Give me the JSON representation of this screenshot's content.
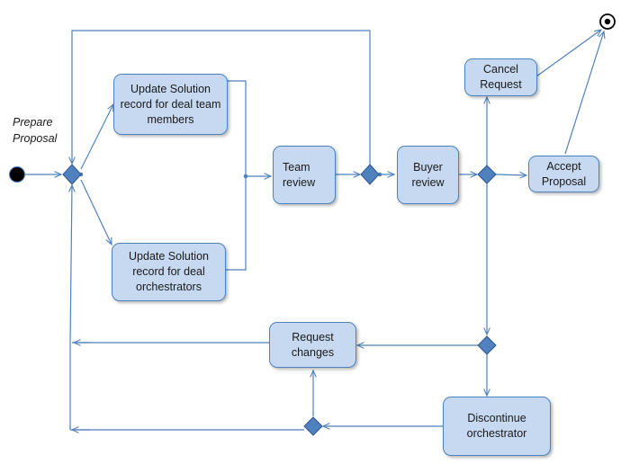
{
  "caption": "Prepare Proposal",
  "nodes": {
    "update_team": "Update Solution record for deal team members",
    "update_orch": "Update Solution record for deal orchestrators",
    "team_review": "Team review",
    "buyer_review": "Buyer review",
    "cancel_request": "Cancel Request",
    "accept_proposal": "Accept Proposal",
    "request_changes": "Request changes",
    "discontinue": "Discontinue orchestrator"
  },
  "colors": {
    "node_fill": "#c6d9f1",
    "node_border": "#4f81bd",
    "diamond_fill": "#4f81bd",
    "edge": "#4f81bd",
    "start_node": "#000000"
  }
}
